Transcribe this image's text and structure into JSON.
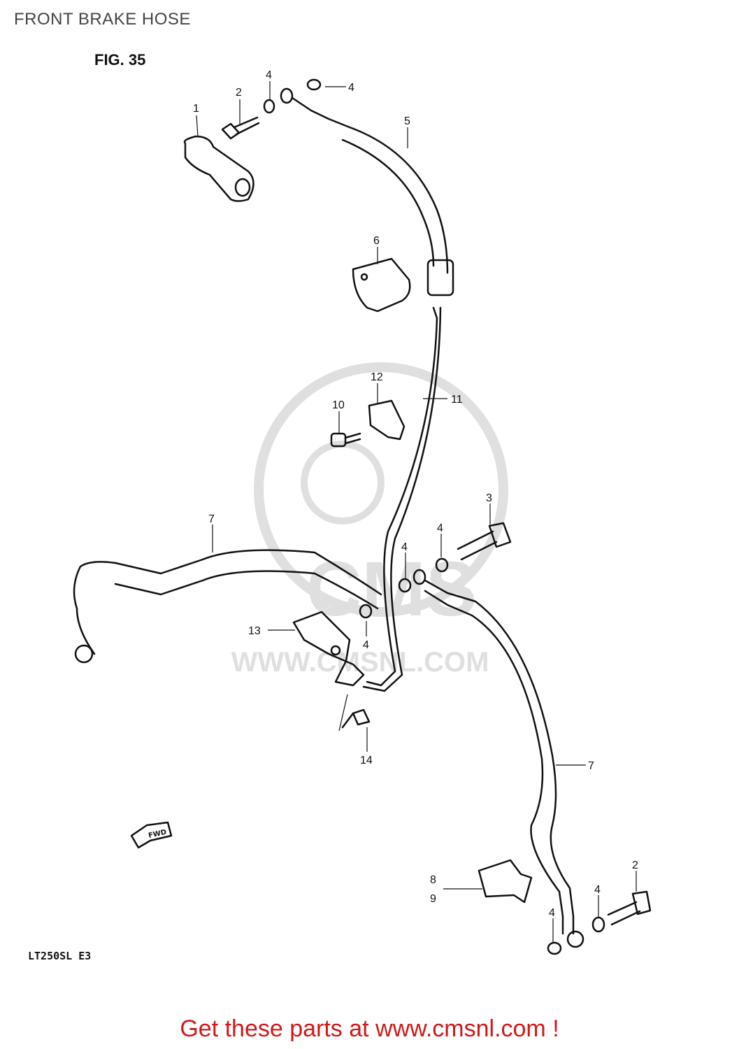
{
  "header": {
    "title": "FRONT BRAKE HOSE"
  },
  "diagram": {
    "figure_label": "FIG. 35",
    "model_code": "LT250SL  E3",
    "fwd_label": "FWD",
    "watermark": "WWW.CMSNL.COM",
    "watermark_logo": "CMS",
    "callouts": {
      "c1": "1",
      "c2a": "2",
      "c4a": "4",
      "c4b": "4",
      "c5": "5",
      "c6": "6",
      "c12": "12",
      "c10": "10",
      "c11": "11",
      "c3": "3",
      "c4c": "4",
      "c7a": "7",
      "c4d": "4",
      "c13": "13",
      "c4e": "4",
      "c14": "14",
      "c7b": "7",
      "c8": "8",
      "c9": "9",
      "c2b": "2",
      "c4f": "4",
      "c4g": "4"
    }
  },
  "footer": {
    "promo": "Get these parts at www.cmsnl.com !"
  }
}
